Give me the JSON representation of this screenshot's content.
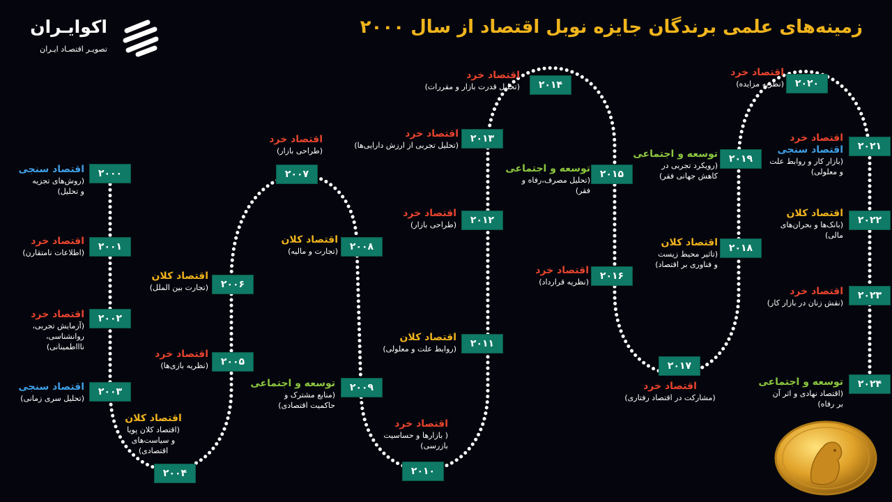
{
  "title": "زمینه‌های علمی برندگان جایزه نوبل اقتصاد از سال ۲۰۰۰",
  "logo": {
    "name": "اکوایـران",
    "tagline": "تصویـر اقتصـاد ایـران"
  },
  "colors": {
    "background": "#05060d",
    "year_box": "#0f7a66",
    "title": "#f0b41c",
    "micro": "#e8442e",
    "macro": "#f0b41c",
    "econometrics": "#3f9fe6",
    "development": "#8cc63f"
  },
  "legend_categories": {
    "micro": "اقتصاد خرد",
    "macro": "اقتصاد کلان",
    "econometrics": "اقتصاد سنجی",
    "development": "توسعه و اجتماعی"
  },
  "timeline": [
    {
      "year": "۲۰۰۰",
      "categories": [
        {
          "type": "econometrics",
          "label": "اقتصاد سنجی"
        }
      ],
      "detail": "(روش‌های تجزیه\nو تحلیل)"
    },
    {
      "year": "۲۰۰۱",
      "categories": [
        {
          "type": "micro",
          "label": "اقتصاد خرد"
        }
      ],
      "detail": "(اطلاعات نامتقارن)"
    },
    {
      "year": "۲۰۰۲",
      "categories": [
        {
          "type": "micro",
          "label": "اقتصاد خرد"
        }
      ],
      "detail": "(آزمایش تجربی،\nروانشناسی،\nناااطمینانی)"
    },
    {
      "year": "۲۰۰۳",
      "categories": [
        {
          "type": "econometrics",
          "label": "اقتصاد سنجی"
        }
      ],
      "detail": "(تحلیل سری زمانی)"
    },
    {
      "year": "۲۰۰۴",
      "categories": [
        {
          "type": "macro",
          "label": "اقتصاد کلان"
        }
      ],
      "detail": "(اقتصاد کلان پویا\nو سیاست‌های\nاقتصادی)"
    },
    {
      "year": "۲۰۰۵",
      "categories": [
        {
          "type": "micro",
          "label": "اقتصاد خرد"
        }
      ],
      "detail": "(نظریه بازی‌ها)"
    },
    {
      "year": "۲۰۰۶",
      "categories": [
        {
          "type": "macro",
          "label": "اقتصاد کلان"
        }
      ],
      "detail": "(تجارت بین الملل)"
    },
    {
      "year": "۲۰۰۷",
      "categories": [
        {
          "type": "micro",
          "label": "اقتصاد خرد"
        }
      ],
      "detail": "(طراحی بازار)"
    },
    {
      "year": "۲۰۰۸",
      "categories": [
        {
          "type": "macro",
          "label": "اقتصاد کلان"
        }
      ],
      "detail": "(تجارت و مالیه)"
    },
    {
      "year": "۲۰۰۹",
      "categories": [
        {
          "type": "development",
          "label": "توسعه و اجتماعی"
        }
      ],
      "detail": "(منابع مشترک و\nحاکمیت اقتصادی)"
    },
    {
      "year": "۲۰۱۰",
      "categories": [
        {
          "type": "micro",
          "label": "اقتصاد خرد"
        }
      ],
      "detail": "( بازارها و حساسیت\nبازرسی)"
    },
    {
      "year": "۲۰۱۱",
      "categories": [
        {
          "type": "macro",
          "label": "اقتصاد کلان"
        }
      ],
      "detail": "(روابط علت و معلولی)"
    },
    {
      "year": "۲۰۱۲",
      "categories": [
        {
          "type": "micro",
          "label": "اقتصاد خرد"
        }
      ],
      "detail": "(طراحی بازار)"
    },
    {
      "year": "۲۰۱۳",
      "categories": [
        {
          "type": "micro",
          "label": "اقتصاد خرد"
        }
      ],
      "detail": "(تحلیل تجربی از ارزش دارایی‌ها)"
    },
    {
      "year": "۲۰۱۴",
      "categories": [
        {
          "type": "micro",
          "label": "اقتصاد خرد"
        }
      ],
      "detail": "(تحلیل قدرت بازار و مقررات)"
    },
    {
      "year": "۲۰۱۵",
      "categories": [
        {
          "type": "development",
          "label": "توسعه و اجتماعی"
        }
      ],
      "detail": "(تحلیل مصرف،رفاه و\nفقر)"
    },
    {
      "year": "۲۰۱۶",
      "categories": [
        {
          "type": "micro",
          "label": "اقتصاد خرد"
        }
      ],
      "detail": "(نظریه قرارداد)"
    },
    {
      "year": "۲۰۱۷",
      "categories": [
        {
          "type": "micro",
          "label": "اقتصاد خرد"
        }
      ],
      "detail": "(مشارکت در اقتصاد رفتاری)"
    },
    {
      "year": "۲۰۱۸",
      "categories": [
        {
          "type": "macro",
          "label": "اقتصاد کلان"
        }
      ],
      "detail": "(تاثیر محیط زیست\nو فناوری بر اقتصاد)"
    },
    {
      "year": "۲۰۱۹",
      "categories": [
        {
          "type": "development",
          "label": "توسعه و اجتماعی"
        }
      ],
      "detail": "(رویکرد تجربی در\nکاهش جهانی فقر)"
    },
    {
      "year": "۲۰۲۰",
      "categories": [
        {
          "type": "micro",
          "label": "اقتصاد خرد"
        }
      ],
      "detail": "(نظریه مزایده)"
    },
    {
      "year": "۲۰۲۱",
      "categories": [
        {
          "type": "micro",
          "label": "اقتصاد خرد"
        },
        {
          "type": "econometrics",
          "label": "اقتصاد سنجی"
        }
      ],
      "detail": "(بازار کار و روابط علت\nو معلولی)"
    },
    {
      "year": "۲۰۲۲",
      "categories": [
        {
          "type": "macro",
          "label": "اقتصاد کلان"
        }
      ],
      "detail": "(بانک‌ها و بحران‌های\nمالی)"
    },
    {
      "year": "۲۰۲۳",
      "categories": [
        {
          "type": "micro",
          "label": "اقتصاد خرد"
        }
      ],
      "detail": "(نقش زنان در بازار کار)"
    },
    {
      "year": "۲۰۲۴",
      "categories": [
        {
          "type": "development",
          "label": "توسعه و اجتماعی"
        }
      ],
      "detail": "(اقتصاد نهادی و اثر آن\nبر رفاه)"
    }
  ]
}
